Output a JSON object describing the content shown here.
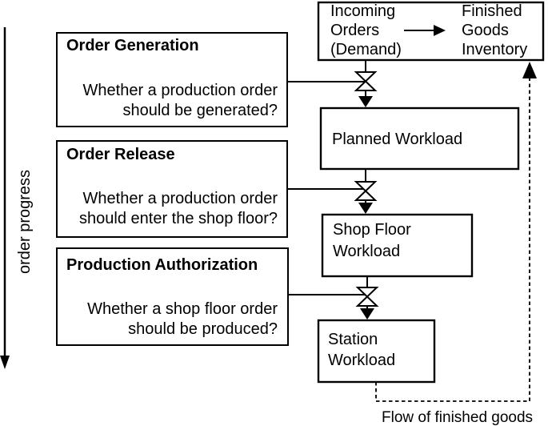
{
  "canvas": {
    "background": "#ffffff",
    "line_color": "#000000"
  },
  "progress_axis": {
    "label": "order progress"
  },
  "decision_boxes": [
    {
      "title": "Order Generation",
      "question_line1": "Whether a production order",
      "question_line2": "should be generated?"
    },
    {
      "title": "Order Release",
      "question_line1": "Whether a production order",
      "question_line2": "should enter the shop floor?"
    },
    {
      "title": "Production Authorization",
      "question_line1": "Whether a shop floor order",
      "question_line2": "should be produced?"
    }
  ],
  "top_box": {
    "incoming_line1": "Incoming",
    "incoming_line2": "Orders",
    "incoming_line3": "(Demand)",
    "finished_line1": "Finished",
    "finished_line2": "Goods",
    "finished_line3": "Inventory"
  },
  "workload_boxes": {
    "planned": "Planned Workload",
    "shop_floor_line1": "Shop Floor",
    "shop_floor_line2": "Workload",
    "station_line1": "Station",
    "station_line2": "Workload"
  },
  "flow_label": "Flow of finished goods"
}
